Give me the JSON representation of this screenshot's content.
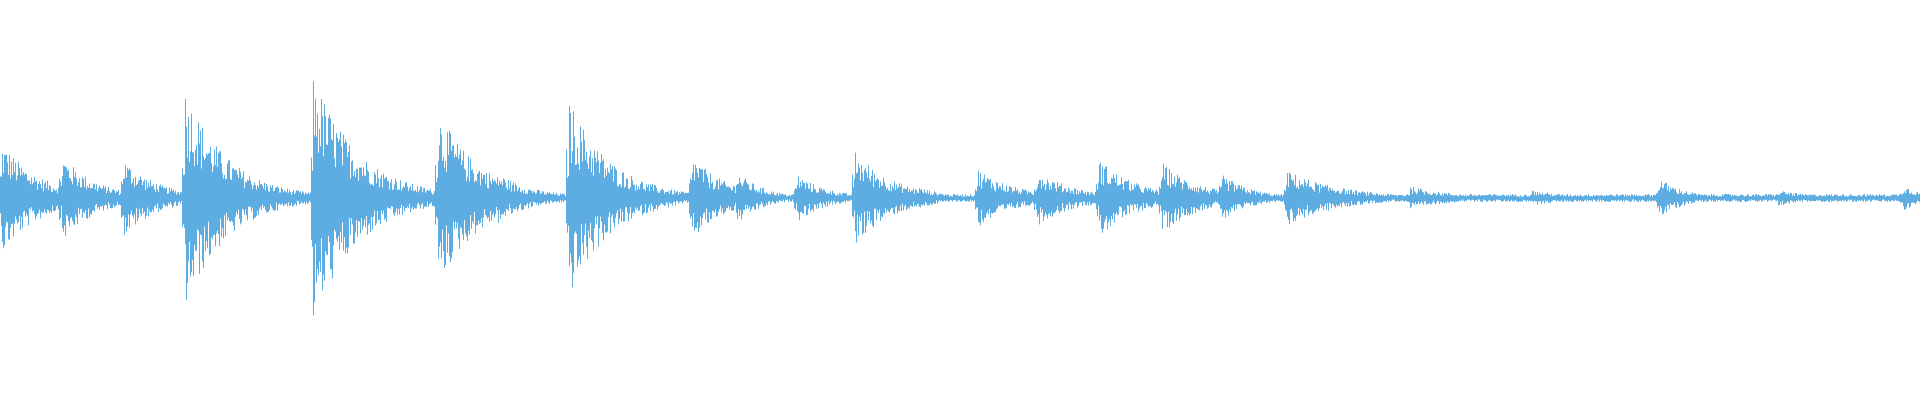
{
  "waveform": {
    "color": "#5DADE2",
    "background": "#FFFFFF",
    "baseline_level": 0.02,
    "transients": [
      {
        "t": 0.001,
        "peak": 0.28,
        "decay": 0.02
      },
      {
        "t": 0.032,
        "peak": 0.22,
        "decay": 0.018
      },
      {
        "t": 0.064,
        "peak": 0.2,
        "decay": 0.018
      },
      {
        "t": 0.096,
        "peak": 0.56,
        "decay": 0.022
      },
      {
        "t": 0.127,
        "peak": 0.14,
        "decay": 0.018
      },
      {
        "t": 0.163,
        "peak": 0.62,
        "decay": 0.024
      },
      {
        "t": 0.194,
        "peak": 0.1,
        "decay": 0.016
      },
      {
        "t": 0.228,
        "peak": 0.44,
        "decay": 0.022
      },
      {
        "t": 0.259,
        "peak": 0.13,
        "decay": 0.018
      },
      {
        "t": 0.296,
        "peak": 0.5,
        "decay": 0.022
      },
      {
        "t": 0.327,
        "peak": 0.12,
        "decay": 0.016
      },
      {
        "t": 0.36,
        "peak": 0.22,
        "decay": 0.018
      },
      {
        "t": 0.383,
        "peak": 0.14,
        "decay": 0.014
      },
      {
        "t": 0.415,
        "peak": 0.12,
        "decay": 0.016
      },
      {
        "t": 0.445,
        "peak": 0.24,
        "decay": 0.02
      },
      {
        "t": 0.477,
        "peak": 0.06,
        "decay": 0.016
      },
      {
        "t": 0.509,
        "peak": 0.15,
        "decay": 0.02
      },
      {
        "t": 0.54,
        "peak": 0.14,
        "decay": 0.02
      },
      {
        "t": 0.572,
        "peak": 0.2,
        "decay": 0.02
      },
      {
        "t": 0.605,
        "peak": 0.18,
        "decay": 0.02
      },
      {
        "t": 0.636,
        "peak": 0.12,
        "decay": 0.016
      },
      {
        "t": 0.67,
        "peak": 0.14,
        "decay": 0.028
      },
      {
        "t": 0.734,
        "peak": 0.06,
        "decay": 0.024
      },
      {
        "t": 0.797,
        "peak": 0.04,
        "decay": 0.022
      },
      {
        "t": 0.864,
        "peak": 0.1,
        "decay": 0.014
      },
      {
        "t": 0.926,
        "peak": 0.04,
        "decay": 0.02
      },
      {
        "t": 0.991,
        "peak": 0.07,
        "decay": 0.01
      }
    ]
  }
}
